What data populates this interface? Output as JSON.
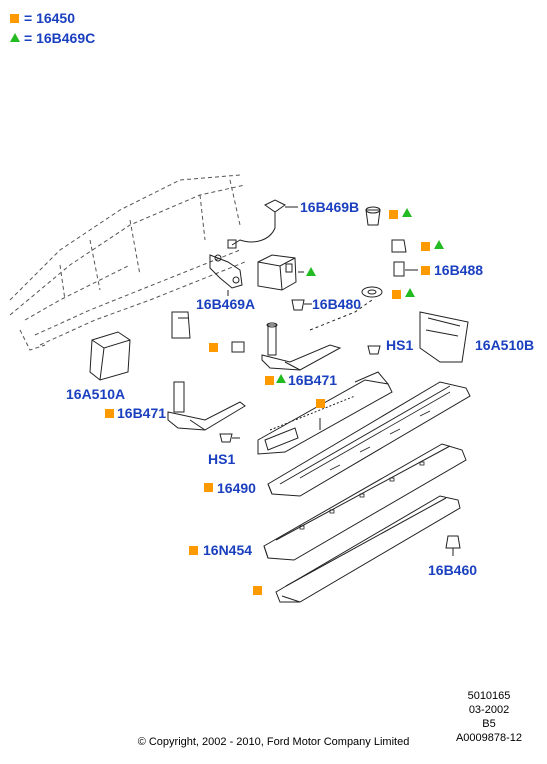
{
  "legend": [
    {
      "symbols": "square",
      "text": "= 16450"
    },
    {
      "symbols": "triangle",
      "text": "= 16B469C"
    }
  ],
  "labels": {
    "p16B469B": "16B469B",
    "p16B469A": "16B469A",
    "p16B480": "16B480",
    "p16B488": "16B488",
    "p16A510A": "16A510A",
    "p16A510B": "16A510B",
    "p16B471_left": "16B471",
    "p16B471_mid": "16B471",
    "hs1_right": "HS1",
    "hs1_left": "HS1",
    "p16490": "16490",
    "p16N454": "16N454",
    "p16B460": "16B460"
  },
  "meta": {
    "code1": "5010165",
    "date": "03-2002",
    "rev": "B5",
    "code2": "A0009878-12"
  },
  "copyright": "© Copyright, 2002 - 2010, Ford Motor Company Limited",
  "colors": {
    "label": "#1a3fbf",
    "square": "#ff9900",
    "triangle": "#22bb22"
  }
}
